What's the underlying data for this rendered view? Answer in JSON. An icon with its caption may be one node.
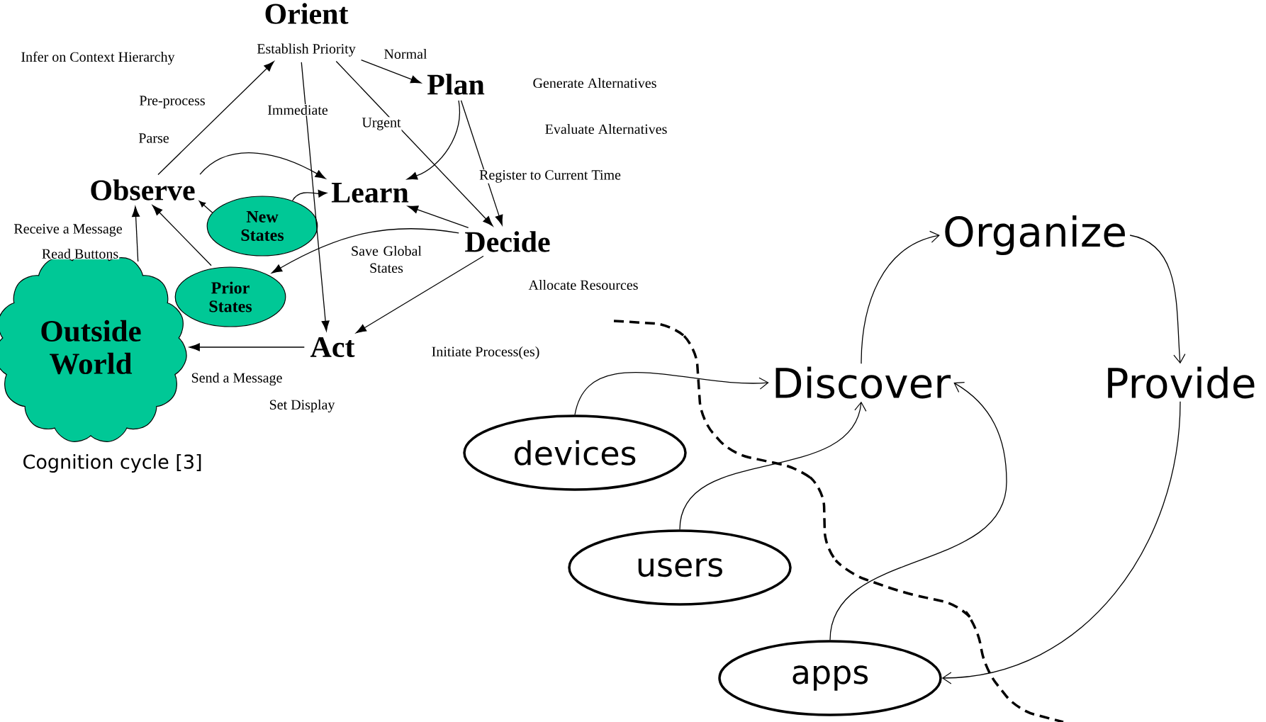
{
  "diagram": {
    "caption": "Cognition cycle [3]",
    "nodes": [
      {
        "text": [
          "Orient",
          "Establish Priority"
        ]
      },
      {
        "text": [
          "Plan"
        ]
      },
      {
        "text": [
          "Observe"
        ]
      },
      {
        "text": [
          "Learn"
        ]
      },
      {
        "text": [
          "New States"
        ]
      },
      {
        "text": [
          "Prior States"
        ]
      },
      {
        "text": [
          "Decide"
        ]
      },
      {
        "text": [
          "Act"
        ]
      },
      {
        "text": [
          "Outside World"
        ]
      },
      {
        "text": [
          "Organize"
        ]
      },
      {
        "text": [
          "Discover"
        ]
      },
      {
        "text": [
          "Provide"
        ]
      },
      {
        "text": [
          "devices"
        ]
      },
      {
        "text": [
          "users"
        ]
      },
      {
        "text": [
          "apps"
        ]
      }
    ],
    "edges": [
      {
        "from": 2,
        "to": 0,
        "arrow": "to"
      },
      {
        "from": 0,
        "to": 1,
        "arrow": "to",
        "label": "Normal"
      },
      {
        "from": 0,
        "to": 7,
        "arrow": "to",
        "label": "Immediate"
      },
      {
        "from": 0,
        "to": 6,
        "arrow": "to",
        "label": "Urgent"
      },
      {
        "from": 1,
        "to": 3,
        "arrow": "to"
      },
      {
        "from": 1,
        "to": 6,
        "arrow": "to"
      },
      {
        "from": 2,
        "to": 3,
        "arrow": "to"
      },
      {
        "from": 4,
        "to": 2,
        "arrow": "to"
      },
      {
        "from": 4,
        "to": 3,
        "arrow": "to"
      },
      {
        "from": 6,
        "to": 3,
        "arrow": "to"
      },
      {
        "from": 6,
        "to": 5,
        "arrow": "to",
        "label": "Save Global States"
      },
      {
        "from": 5,
        "to": 2,
        "arrow": "to"
      },
      {
        "from": 8,
        "to": 2,
        "arrow": "to"
      },
      {
        "from": 6,
        "to": 7,
        "arrow": "to"
      },
      {
        "from": 7,
        "to": 8,
        "arrow": "to"
      },
      {
        "from": 10,
        "to": 9,
        "arrow": "to"
      },
      {
        "from": 9,
        "to": 11,
        "arrow": "to"
      },
      {
        "from": 12,
        "to": 10,
        "arrow": "to"
      },
      {
        "from": 13,
        "to": 10,
        "arrow": "to"
      },
      {
        "from": 14,
        "to": 10,
        "arrow": "to"
      },
      {
        "from": 11,
        "to": 14,
        "arrow": "to"
      }
    ],
    "labels": [
      "Infer on Context Hierarchy",
      "Pre-process",
      "Parse",
      "Generate Alternatives",
      "Evaluate Alternatives",
      "Register to Current Time",
      "Receive a Message",
      "Read Buttons",
      "Allocate Resources",
      "Initiate Process(es)",
      "Send a Message",
      "Set Display"
    ]
  }
}
